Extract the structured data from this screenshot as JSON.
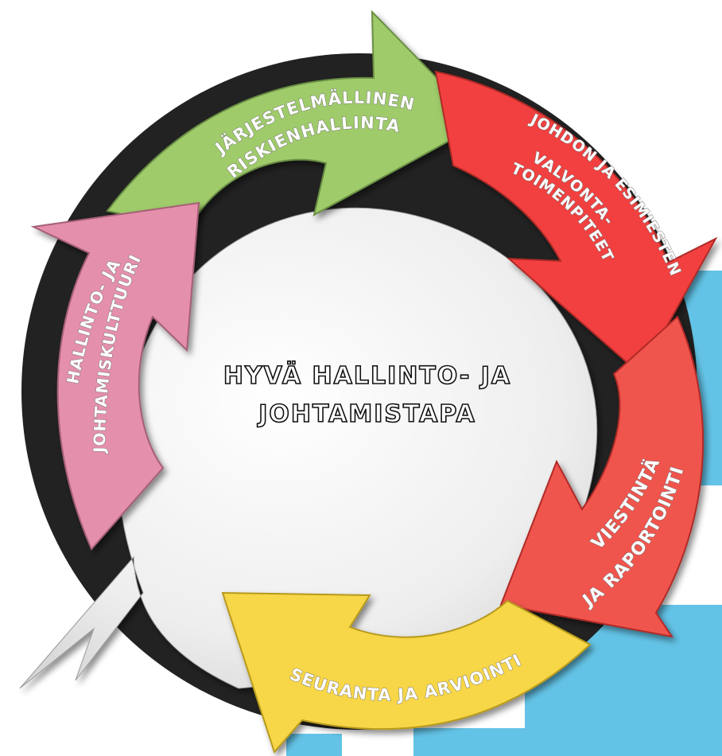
{
  "center": {
    "line1": "HYVÄ HALLINTO- JA",
    "line2": "JOHTAMISTAPA"
  },
  "arrows": {
    "green": {
      "line1": "JÄRJESTELMÄLLINEN",
      "line2": "RISKIENHALLINTA",
      "color": "#9fcb6a"
    },
    "red_top": {
      "line1": "JOHDON JA ESIMIESTEN",
      "line2": "VALVONTA-",
      "line3": "TOIMENPITEET",
      "color": "#f2413f"
    },
    "red_bottom": {
      "line1": "VIESTINTÄ",
      "line2": "JA RAPORTOINTI",
      "color": "#f0554d"
    },
    "yellow": {
      "line1": "SEURANTA JA ARVIOINTI",
      "color": "#f7d646"
    },
    "pink": {
      "line1": "HALLINTO- JA",
      "line2": "JOHTAMISKULTTUURI",
      "color": "#e48fab"
    }
  },
  "colors": {
    "ring": "#222222",
    "bubble": "#ececec",
    "background_shapes": "#63c3e6"
  }
}
